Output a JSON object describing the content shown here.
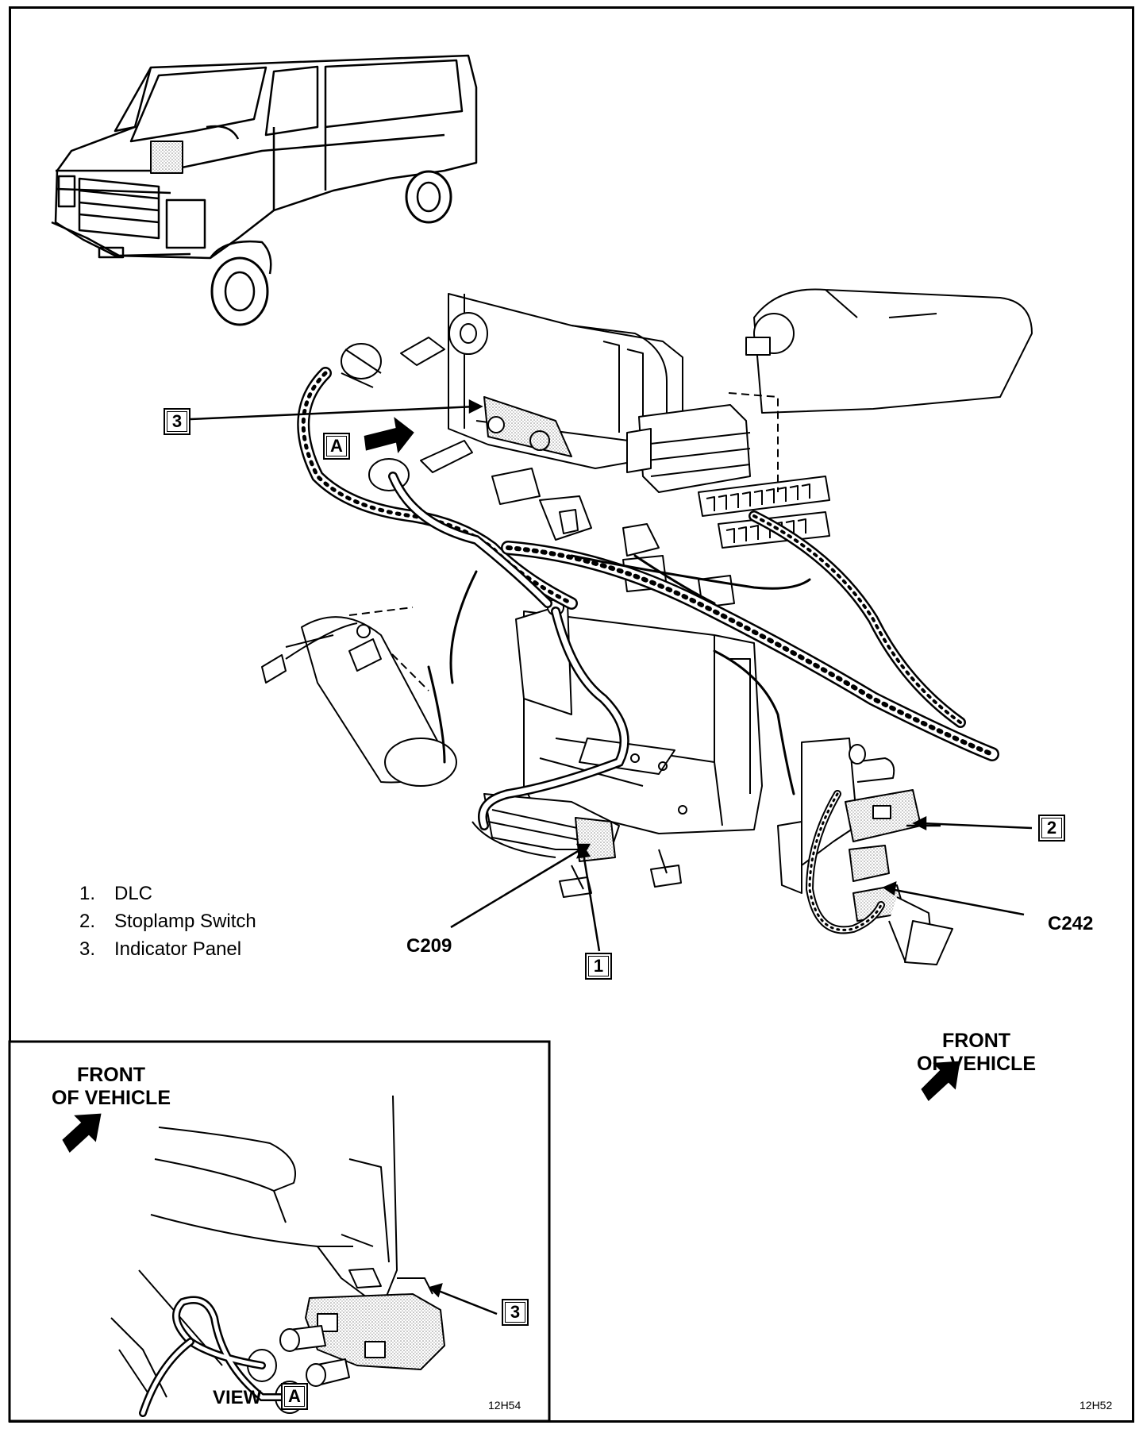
{
  "legend": {
    "items": [
      {
        "num": "1.",
        "label": "DLC"
      },
      {
        "num": "2.",
        "label": "Stoplamp Switch"
      },
      {
        "num": "3.",
        "label": "Indicator Panel"
      }
    ]
  },
  "callouts": {
    "c3_main": "3",
    "cA_main": "A",
    "c2": "2",
    "c1": "1",
    "c3_view": "3",
    "cA_view": "A"
  },
  "connectors": {
    "c209": "C209",
    "c242": "C242"
  },
  "front_main": {
    "line1": "FRONT",
    "line2": "OF VEHICLE"
  },
  "front_inset": {
    "line1": "FRONT",
    "line2": "OF VEHICLE"
  },
  "view_label": "VIEW",
  "codes": {
    "inset": "12H54",
    "main": "12H52"
  }
}
